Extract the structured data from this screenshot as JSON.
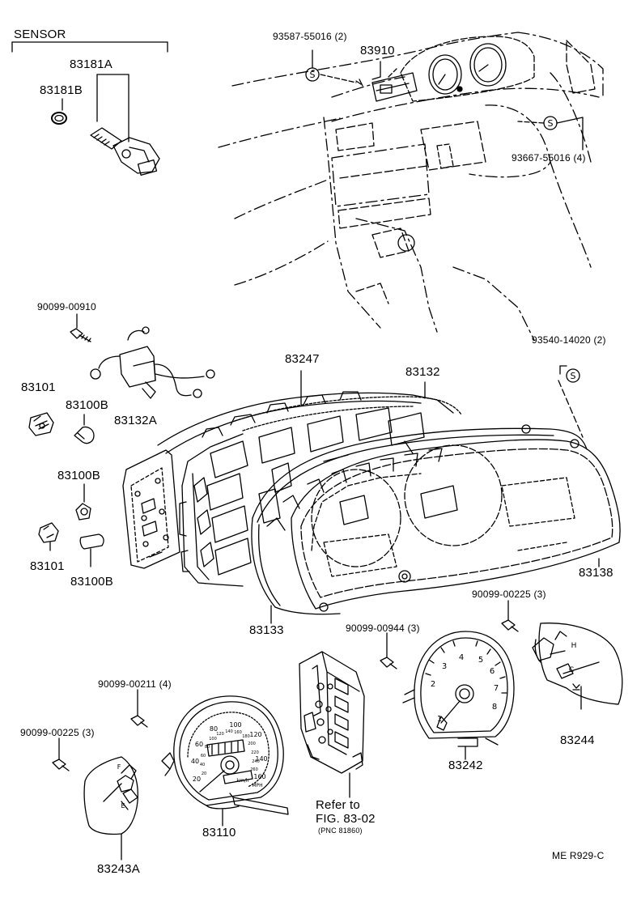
{
  "diagram": {
    "labels": {
      "sensor": "SENSOR",
      "p83181A": "83181A",
      "p83181B": "83181B",
      "p93587_55016": "93587-55016 (2)",
      "p83910": "83910",
      "p93667_55016": "93667-55016 (4)",
      "p90099_00910": "90099-00910",
      "p83247": "83247",
      "p83132": "83132",
      "p93540_14020": "93540-14020 (2)",
      "p83101_top": "83101",
      "p83100B_top": "83100B",
      "p83132A": "83132A",
      "p83100B_mid": "83100B",
      "p83101_bottom": "83101",
      "p83100B_bottom": "83100B",
      "p83138": "83138",
      "p90099_00225_right": "90099-00225 (3)",
      "p83133": "83133",
      "p90099_00944": "90099-00944 (3)",
      "p90099_00211": "90099-00211 (4)",
      "p90099_00225_left": "90099-00225 (3)",
      "p83244": "83244",
      "p83242": "83242",
      "p83110": "83110",
      "refer_line1": "Refer to",
      "refer_line2": "FIG. 83-02",
      "refer_pnc": "(PNC 81860)",
      "p83243A": "83243A",
      "page_code": "ME  R929-C"
    },
    "symbols": {
      "s_mark": "S"
    },
    "gauge_text": {
      "tach_ticks": [
        "1",
        "2",
        "3",
        "4",
        "5",
        "6",
        "7",
        "8"
      ],
      "speedo_ticks": [
        "20",
        "40",
        "60",
        "80",
        "100",
        "120",
        "140",
        "160"
      ],
      "speedo_km": [
        "20",
        "40",
        "60",
        "80",
        "100",
        "120",
        "140",
        "160",
        "180",
        "200",
        "220",
        "240",
        "260"
      ],
      "speedo_units": [
        "MPH",
        "km/h"
      ],
      "temp_hc": [
        "H",
        "C"
      ],
      "fuel_fe": [
        "F",
        "E"
      ]
    }
  }
}
